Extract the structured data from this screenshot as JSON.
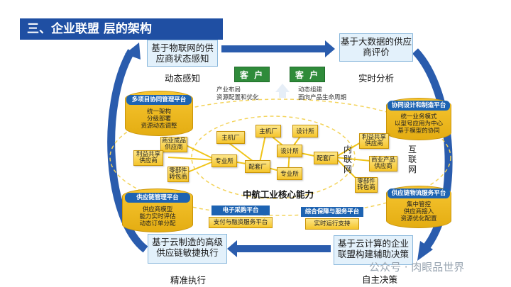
{
  "title": "三、企业联盟 层的架构",
  "corners": {
    "tl": {
      "box": "基于物联网的供应商状态感知",
      "caption": "动态感知"
    },
    "tr": {
      "box": "基于大数据的供应商评价",
      "caption": "实时分析"
    },
    "bl": {
      "box": "基于云制造的高级供应链敏捷执行",
      "caption": "精准执行"
    },
    "br": {
      "box": "基于云计算的企业联盟构建辅助决策",
      "caption": "自主决策"
    }
  },
  "customers": {
    "left": {
      "label": "客 户",
      "note_line1": "产业布局",
      "note_line2": "资源配置和优化"
    },
    "right": {
      "label": "客 户",
      "note_line1": "动态组建",
      "note_line2": "面向产品生命周期"
    }
  },
  "platforms": {
    "multi_project": {
      "title": "多项目协同管理平台",
      "l1": "统一架构",
      "l2": "分级部署",
      "l3": "资源动态调整"
    },
    "supply_chain": {
      "title": "供应链管理平台",
      "l1": "供应商模型",
      "l2": "能力实时评估",
      "l3": "动态订单分配"
    },
    "collab_design": {
      "title": "协同设计和制造平台",
      "l1": "统一业务模式",
      "l2": "以型号应用为中心",
      "l3": "基于模型的协同"
    },
    "logistics": {
      "title": "供应链物流服务平台",
      "l1": "集中管控",
      "l2": "供应商接入",
      "l3": "资源优化配置"
    },
    "e_purchase": {
      "title": "电子采购平台",
      "sub": "支付与融资服务平台"
    },
    "support": {
      "title": "综合保障与服务平台",
      "sub": "实时运行支持"
    }
  },
  "nodes": {
    "biz_supplier": "商业成品供应商",
    "share_left": "利益共享供应商",
    "parts_left": "零部件转包商",
    "share_right": "利益共享供应商",
    "biz_right": "商业产品供应商",
    "parts_right": "零部件转包商",
    "main1": "主机厂",
    "main2": "主机厂",
    "design1": "设计所",
    "pro1": "专业所",
    "design2": "设计所",
    "assembly1": "配套厂",
    "assembly2": "配套厂",
    "pro2": "专业所"
  },
  "labels": {
    "intranet": "内联网",
    "internet": "互联网",
    "core": "中航工业核心能力",
    "watermark": "公众号 · 肉眼品世界"
  },
  "colors": {
    "title_bg": "#1f4fa3",
    "arrow": "#2a5cad",
    "customer": "#2f8b3a",
    "node": "#f5c52b"
  }
}
